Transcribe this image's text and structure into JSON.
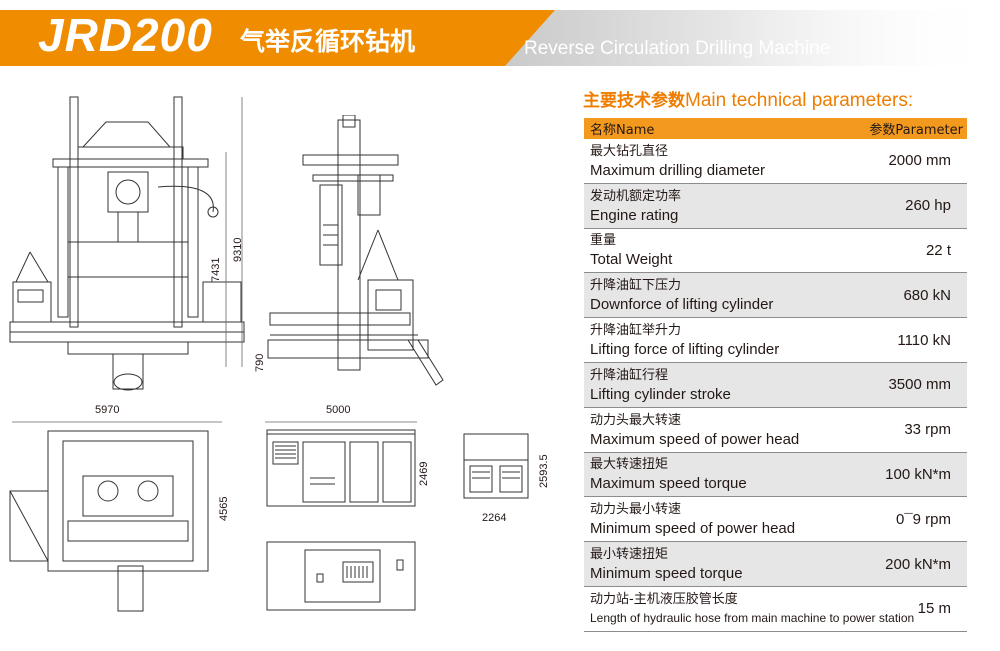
{
  "header": {
    "model": "JRD200",
    "title_cn": "气举反循环钻机",
    "title_en": "Reverse Circulation Drilling Machine",
    "accent_color": "#f08c00"
  },
  "drawings": {
    "front_view": {
      "height_label": "9310",
      "inner_height_label": "7431"
    },
    "side_view": {
      "base_label": "790"
    },
    "top_view": {
      "width_label": "5970",
      "depth_label": "4565"
    },
    "power_station_side": {
      "length_label": "5000",
      "height_label": "2469"
    },
    "power_station_end": {
      "width_label": "2264",
      "height_label": "2593.5"
    }
  },
  "params": {
    "heading_cn": "主要技术参数",
    "heading_en": "Main technical parameters:",
    "col_name": "名称Name",
    "col_param": "参数Parameter",
    "rows": [
      {
        "cn": "最大钻孔直径",
        "en": "Maximum drilling diameter",
        "value": "2000 mm"
      },
      {
        "cn": "发动机额定功率",
        "en": "Engine rating",
        "value": "260 hp"
      },
      {
        "cn": "重量",
        "en": "Total Weight",
        "value": "22 t"
      },
      {
        "cn": "升降油缸下压力",
        "en": "Downforce of lifting cylinder",
        "value": "680 kN"
      },
      {
        "cn": "升降油缸举升力",
        "en": "Lifting force of lifting cylinder",
        "value": "1110 kN"
      },
      {
        "cn": "升降油缸行程",
        "en": "Lifting cylinder stroke",
        "value": "3500 mm"
      },
      {
        "cn": "动力头最大转速",
        "en": "Maximum speed of power head",
        "value": "33 rpm"
      },
      {
        "cn": "最大转速扭矩",
        "en": "Maximum speed torque",
        "value": "100 kN*m"
      },
      {
        "cn": "动力头最小转速",
        "en": "Minimum speed of power head",
        "value": "0¯9 rpm"
      },
      {
        "cn": "最小转速扭矩",
        "en": "Minimum speed torque",
        "value": "200 kN*m"
      },
      {
        "cn": "动力站-主机液压胶管长度",
        "en": "Length of hydraulic hose from main machine to power station",
        "value": "15 m"
      }
    ]
  }
}
